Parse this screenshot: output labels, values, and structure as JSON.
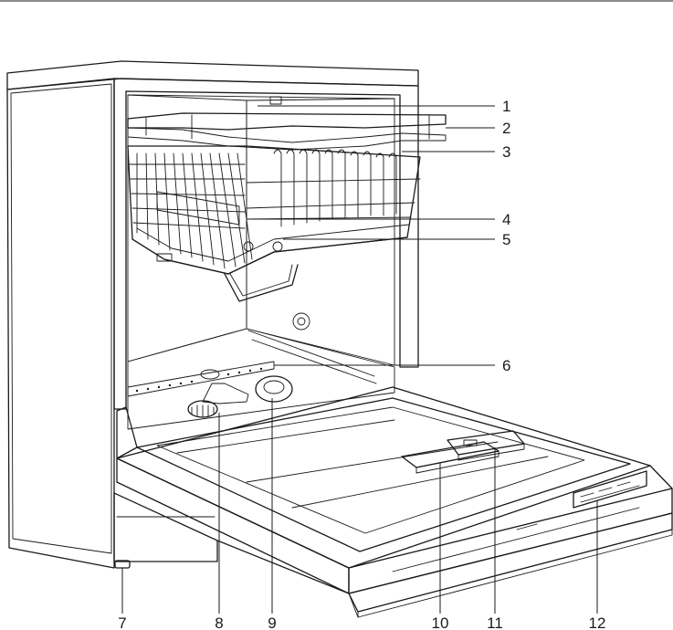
{
  "colors": {
    "line": "#1a1a1a",
    "fill_light": "#ececec",
    "fill_mid": "#dcdcdc",
    "background": "#ffffff"
  },
  "callouts": [
    {
      "id": "1",
      "label": "1"
    },
    {
      "id": "2",
      "label": "2"
    },
    {
      "id": "3",
      "label": "3"
    },
    {
      "id": "4",
      "label": "4"
    },
    {
      "id": "5",
      "label": "5"
    },
    {
      "id": "6",
      "label": "6"
    },
    {
      "id": "7",
      "label": "7"
    },
    {
      "id": "8",
      "label": "8"
    },
    {
      "id": "9",
      "label": "9"
    },
    {
      "id": "10",
      "label": "10"
    },
    {
      "id": "11",
      "label": "11"
    },
    {
      "id": "12",
      "label": "12"
    }
  ]
}
